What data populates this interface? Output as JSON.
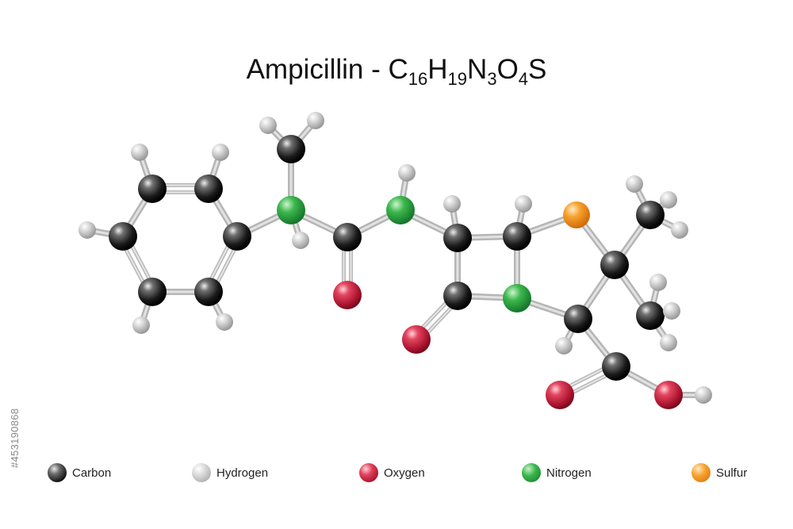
{
  "title": {
    "name": "Ampicillin - ",
    "formula": [
      {
        "text": "C",
        "sub": false
      },
      {
        "text": "16",
        "sub": true
      },
      {
        "text": "H",
        "sub": false
      },
      {
        "text": "19",
        "sub": true
      },
      {
        "text": "N",
        "sub": false
      },
      {
        "text": "3",
        "sub": true
      },
      {
        "text": "O",
        "sub": false
      },
      {
        "text": "4",
        "sub": true
      },
      {
        "text": "S",
        "sub": false
      }
    ]
  },
  "legend": [
    {
      "id": "carbon",
      "label": "Carbon",
      "color": "#1a1a1a"
    },
    {
      "id": "hydrogen",
      "label": "Hydrogen",
      "color": "#d6d6d6"
    },
    {
      "id": "oxygen",
      "label": "Oxygen",
      "color": "#d42a48"
    },
    {
      "id": "nitrogen",
      "label": "Nitrogen",
      "color": "#2ea043"
    },
    {
      "id": "sulfur",
      "label": "Sulfur",
      "color": "#f7a12d"
    }
  ],
  "watermark": "#453190868",
  "molecule": {
    "atoms": [
      {
        "id": "c1",
        "el": "carbon"
      },
      {
        "id": "c2",
        "el": "carbon"
      },
      {
        "id": "c3",
        "el": "carbon"
      },
      {
        "id": "c4",
        "el": "carbon"
      },
      {
        "id": "c5",
        "el": "carbon"
      },
      {
        "id": "c6",
        "el": "carbon"
      },
      {
        "id": "c7",
        "el": "carbon"
      },
      {
        "id": "c8",
        "el": "carbon"
      },
      {
        "id": "c9",
        "el": "carbon"
      },
      {
        "id": "c10",
        "el": "carbon"
      },
      {
        "id": "c11",
        "el": "carbon"
      },
      {
        "id": "c12",
        "el": "carbon"
      },
      {
        "id": "c13",
        "el": "carbon"
      },
      {
        "id": "c14",
        "el": "carbon"
      },
      {
        "id": "c15",
        "el": "carbon"
      },
      {
        "id": "c16",
        "el": "carbon"
      },
      {
        "id": "n1",
        "el": "nitrogen"
      },
      {
        "id": "n2",
        "el": "nitrogen"
      },
      {
        "id": "n3",
        "el": "nitrogen"
      },
      {
        "id": "o1",
        "el": "oxygen"
      },
      {
        "id": "o2",
        "el": "oxygen"
      },
      {
        "id": "o3",
        "el": "oxygen"
      },
      {
        "id": "o4",
        "el": "oxygen"
      },
      {
        "id": "s1",
        "el": "sulfur"
      },
      {
        "id": "h1",
        "el": "hydrogen"
      },
      {
        "id": "h2",
        "el": "hydrogen"
      },
      {
        "id": "h3",
        "el": "hydrogen"
      },
      {
        "id": "h4",
        "el": "hydrogen"
      },
      {
        "id": "h5",
        "el": "hydrogen"
      },
      {
        "id": "h6",
        "el": "hydrogen"
      },
      {
        "id": "h7",
        "el": "hydrogen"
      },
      {
        "id": "h8",
        "el": "hydrogen"
      },
      {
        "id": "h9",
        "el": "hydrogen"
      },
      {
        "id": "h10",
        "el": "hydrogen"
      },
      {
        "id": "h11",
        "el": "hydrogen"
      },
      {
        "id": "h12",
        "el": "hydrogen"
      },
      {
        "id": "h13",
        "el": "hydrogen"
      },
      {
        "id": "h14",
        "el": "hydrogen"
      },
      {
        "id": "h15",
        "el": "hydrogen"
      },
      {
        "id": "h16",
        "el": "hydrogen"
      },
      {
        "id": "h17",
        "el": "hydrogen"
      },
      {
        "id": "h18",
        "el": "hydrogen"
      },
      {
        "id": "h19",
        "el": "hydrogen"
      }
    ],
    "bonds": [
      [
        "c1",
        "c2",
        2
      ],
      [
        "c2",
        "c3",
        1
      ],
      [
        "c3",
        "c4",
        2
      ],
      [
        "c4",
        "c5",
        1
      ],
      [
        "c5",
        "c6",
        2
      ],
      [
        "c6",
        "c1",
        1
      ],
      [
        "c3",
        "n1",
        1
      ],
      [
        "n1",
        "c7",
        1
      ],
      [
        "n1",
        "c8",
        1
      ],
      [
        "c8",
        "o1",
        2
      ],
      [
        "c8",
        "n2",
        1
      ],
      [
        "n2",
        "c9",
        1
      ],
      [
        "c9",
        "c10",
        1
      ],
      [
        "c9",
        "c11",
        1
      ],
      [
        "c11",
        "o2",
        2
      ],
      [
        "c11",
        "n3",
        1
      ],
      [
        "c10",
        "n3",
        1
      ],
      [
        "c10",
        "s1",
        1
      ],
      [
        "s1",
        "c12",
        1
      ],
      [
        "c12",
        "c13",
        1
      ],
      [
        "c12",
        "c14",
        1
      ],
      [
        "c12",
        "c15",
        1
      ],
      [
        "c15",
        "n3",
        1
      ],
      [
        "c15",
        "c16",
        1
      ],
      [
        "c16",
        "o3",
        2
      ],
      [
        "c16",
        "o4",
        1
      ],
      [
        "c1",
        "h1",
        1
      ],
      [
        "c2",
        "h2",
        1
      ],
      [
        "c6",
        "h3",
        1
      ],
      [
        "c5",
        "h4",
        1
      ],
      [
        "c4",
        "h5",
        1
      ],
      [
        "c7",
        "h6",
        1
      ],
      [
        "c7",
        "h7",
        1
      ],
      [
        "n1",
        "h8",
        1
      ],
      [
        "n2",
        "h9",
        1
      ],
      [
        "c9",
        "h10",
        1
      ],
      [
        "c10",
        "h11",
        1
      ],
      [
        "c13",
        "h12",
        1
      ],
      [
        "c13",
        "h13",
        1
      ],
      [
        "c13",
        "h14",
        1
      ],
      [
        "c14",
        "h15",
        1
      ],
      [
        "c14",
        "h16",
        1
      ],
      [
        "c14",
        "h17",
        1
      ],
      [
        "c15",
        "h18",
        1
      ],
      [
        "o4",
        "h19",
        1
      ]
    ]
  }
}
